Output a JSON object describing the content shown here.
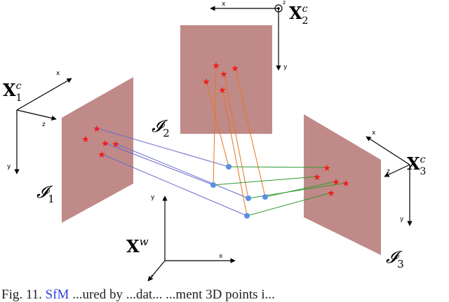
{
  "axes": {
    "x": "x",
    "y": "y",
    "z": "z"
  },
  "frames": {
    "cam1": {
      "base": "X",
      "sub": "1",
      "sup": "c"
    },
    "cam2": {
      "base": "X",
      "sub": "2",
      "sup": "c"
    },
    "cam3": {
      "base": "X",
      "sub": "3",
      "sup": "c"
    },
    "world": {
      "base": "X",
      "sup": "w"
    }
  },
  "images": {
    "img1": {
      "base": "𝓘",
      "sub": "1"
    },
    "img2": {
      "base": "𝓘",
      "sub": "2"
    },
    "img3": {
      "base": "𝓘",
      "sub": "3"
    }
  },
  "caption": {
    "prefix": "Fig. 11.",
    "link": "SfM",
    "rest": "...ured by ...dat... ...ment 3D points i..."
  },
  "colors": {
    "image_plane": "#c08a88",
    "feature_star": "#ee1c1c",
    "point_3d": "#5a8fe6",
    "ray_cam1": "#6a6ad0",
    "ray_cam2": "#e8741e",
    "ray_cam3": "#2d9a2d",
    "axis": "#000000"
  }
}
